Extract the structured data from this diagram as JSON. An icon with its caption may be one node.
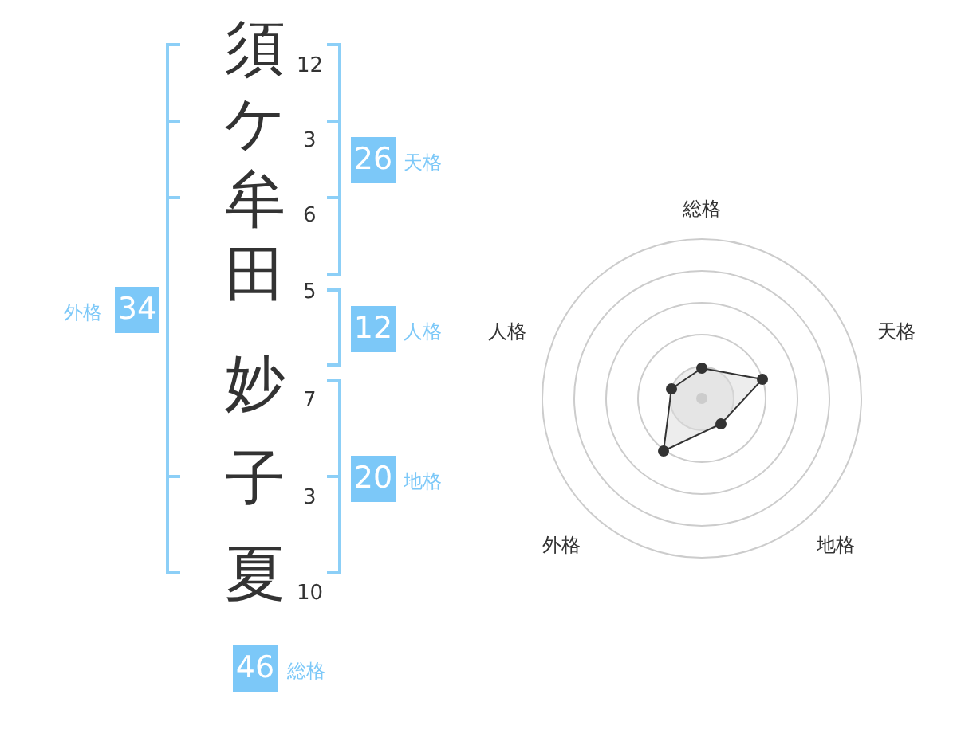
{
  "diagram": {
    "nodes": [
      {
        "text": [
          "須"
        ],
        "beside": [
          "12"
        ]
      },
      {
        "text": [
          "ケ"
        ],
        "beside": [
          "3"
        ]
      },
      {
        "text": [
          "牟"
        ],
        "beside": [
          "6"
        ]
      },
      {
        "text": [
          "田"
        ],
        "beside": [
          "5"
        ]
      },
      {
        "text": [
          "妙"
        ],
        "beside": [
          "7"
        ]
      },
      {
        "text": [
          "子"
        ],
        "beside": [
          "3"
        ]
      },
      {
        "text": [
          "夏"
        ],
        "beside": [
          "10"
        ]
      },
      {
        "text": [
          "26"
        ],
        "beside": [
          "天格"
        ]
      },
      {
        "text": [
          "12"
        ],
        "beside": [
          "人格"
        ]
      },
      {
        "text": [
          "20"
        ],
        "beside": [
          "地格"
        ]
      },
      {
        "text": [
          "34"
        ],
        "beside": [
          "外格"
        ]
      },
      {
        "text": [
          "46"
        ],
        "beside": [
          "総格"
        ]
      }
    ],
    "labels": [
      "総格",
      "天格",
      "地格",
      "外格",
      "人格"
    ]
  }
}
